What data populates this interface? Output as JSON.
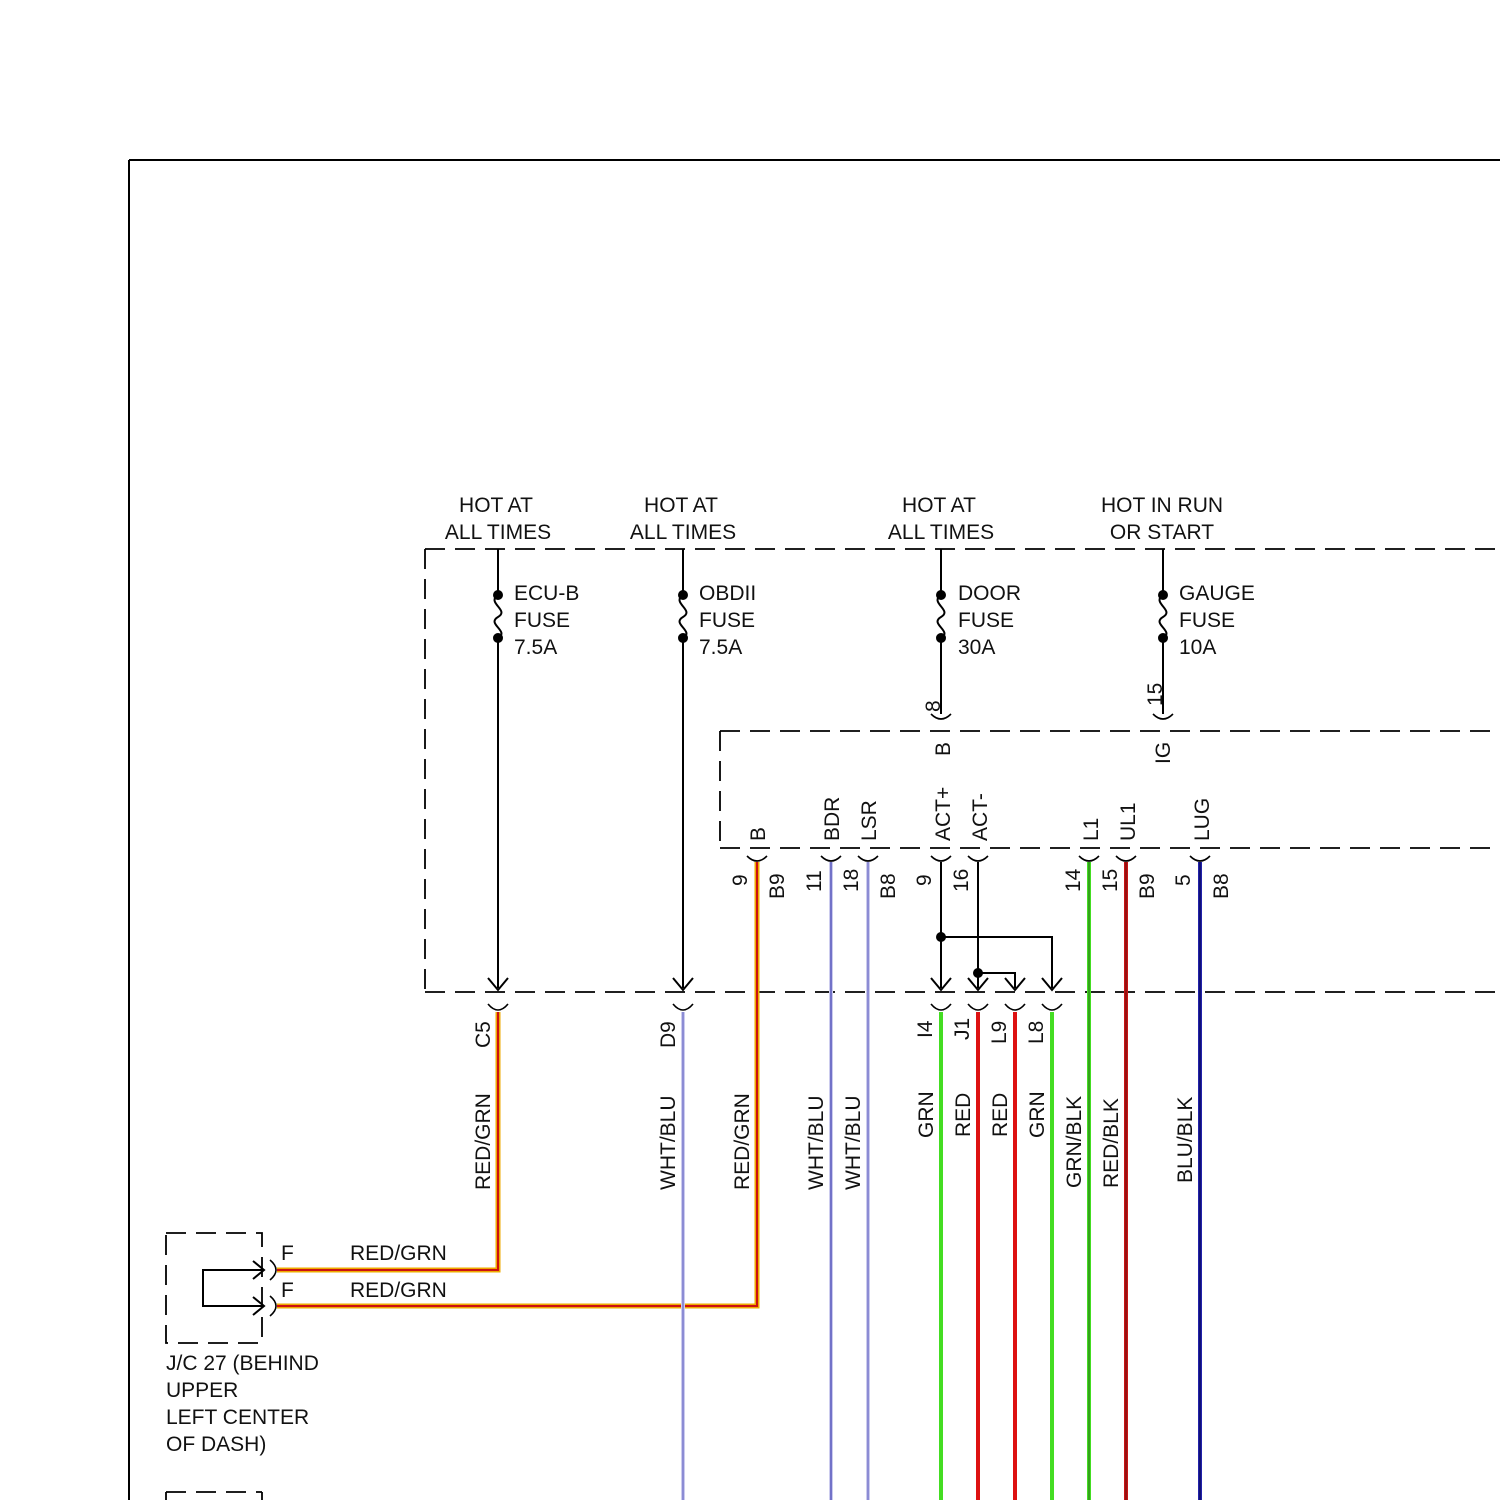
{
  "sources": {
    "ecu_b": {
      "line1": "HOT AT",
      "line2": "ALL TIMES"
    },
    "obdii": {
      "line1": "HOT AT",
      "line2": "ALL TIMES"
    },
    "door": {
      "line1": "HOT AT",
      "line2": "ALL TIMES"
    },
    "gauge": {
      "line1": "HOT IN RUN",
      "line2": "OR START"
    }
  },
  "fuses": {
    "ecu_b": {
      "name": "ECU-B",
      "type": "FUSE",
      "rating": "7.5A"
    },
    "obdii": {
      "name": "OBDII",
      "type": "FUSE",
      "rating": "7.5A"
    },
    "door": {
      "name": "DOOR",
      "type": "FUSE",
      "rating": "30A"
    },
    "gauge": {
      "name": "GAUGE",
      "type": "FUSE",
      "rating": "10A"
    }
  },
  "top_pins": {
    "door": "8",
    "gauge": "15"
  },
  "module_top_terminals": {
    "b": "B",
    "ig": "IG"
  },
  "module_terminals": {
    "b": {
      "name": "B",
      "pin": "9",
      "connector": "B9"
    },
    "bdr": {
      "name": "BDR",
      "pin": "11"
    },
    "lsr": {
      "name": "LSR",
      "pin": "18",
      "connector": "B8"
    },
    "act_plus": {
      "name": "ACT+",
      "pin": "9"
    },
    "act_minus": {
      "name": "ACT-",
      "pin": "16"
    },
    "l1": {
      "name": "L1",
      "pin": "14"
    },
    "ul1": {
      "name": "UL1",
      "pin": "15",
      "connector": "B9"
    },
    "lug": {
      "name": "LUG",
      "pin": "5",
      "connector": "B8"
    }
  },
  "junction_pins": {
    "c5": "C5",
    "d9": "D9",
    "i4": "I4",
    "j1": "J1",
    "l9": "L9",
    "l8": "L8"
  },
  "wire_labels": {
    "c5": "RED/GRN",
    "d9": "WHT/BLU",
    "b9": "RED/GRN",
    "bdr": "WHT/BLU",
    "lsr": "WHT/BLU",
    "i4": "GRN",
    "j1": "RED",
    "l9": "RED",
    "l8": "GRN",
    "l1": "GRN/BLK",
    "ul1": "RED/BLK",
    "lug": "BLU/BLK"
  },
  "jc27": {
    "pin1": "F",
    "pin2": "F",
    "wire1": "RED/GRN",
    "wire2": "RED/GRN",
    "label": [
      "J/C 27 (BEHIND",
      "UPPER",
      "LEFT CENTER",
      "OF DASH)"
    ]
  },
  "colors": {
    "red": "#dd1111",
    "green": "#44dd22",
    "blue": "#2222aa",
    "white_blue": "#8888dd",
    "red_green_core": "#cc1111",
    "red_green_edge": "#eeaa00",
    "red_black": "#c81414"
  }
}
